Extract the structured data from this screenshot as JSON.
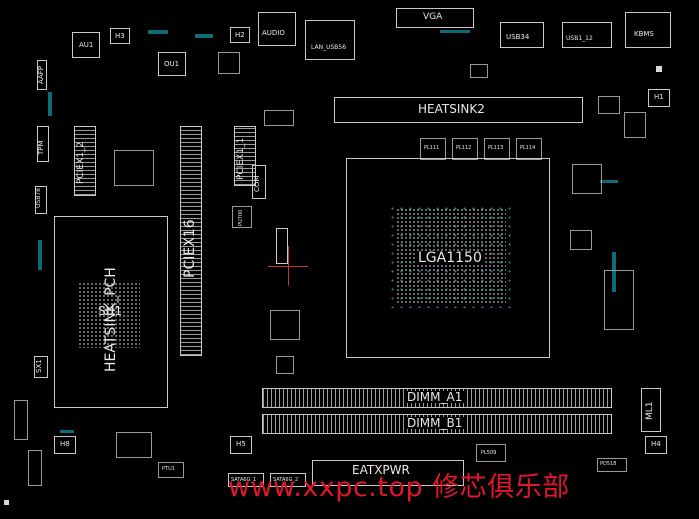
{
  "board": {
    "labels": {
      "vga": "VGA",
      "au1": "AU1",
      "h3": "H3",
      "h2": "H2",
      "audio": "AUDIO",
      "lan_usb56": "LAN_USB56",
      "usb34": "USB34",
      "usb1_12": "USB1_12",
      "kbms": "KBMS",
      "ou1": "OU1",
      "aafp": "AAFP",
      "heatsink2": "HEATSINK2",
      "h1": "H1",
      "tpm": "TPM",
      "pciex1_2": "PCIEX1_2",
      "pciex1_1": "PCIEX1_1",
      "pciex16": "PCIEX16",
      "com": "COM",
      "usb78": "USB78",
      "lga1150": "LGA1150",
      "heatsink_pch": "HEATSINK_PCH",
      "su1": "SU1",
      "sx1": "SX1",
      "dimm_a1": "DIMM_A1",
      "dimm_b1": "DIMM_B1",
      "ml1": "ML1",
      "h8": "H8",
      "h5": "H5",
      "h4": "H4",
      "eatxpwr": "EATXPWR",
      "pl111": "PL111",
      "pl112": "PL112",
      "pl113": "PL113",
      "pl114": "PL114",
      "pl509": "PL509",
      "pd518": "PD518",
      "sata6g_1": "SATA6G_1",
      "sata6g_2": "SATA6G_2",
      "ptu1": "PTU1",
      "pu700": "PU700"
    },
    "watermark": "www.xxpc.top 修芯俱乐部",
    "colors": {
      "background": "#000000",
      "silkscreen": "#e8e8e8",
      "pad_teal": "#0e6b78",
      "via_cyan": "#3ab7c8",
      "watermark": "#e0162c",
      "cursor": "#c0392b"
    }
  }
}
